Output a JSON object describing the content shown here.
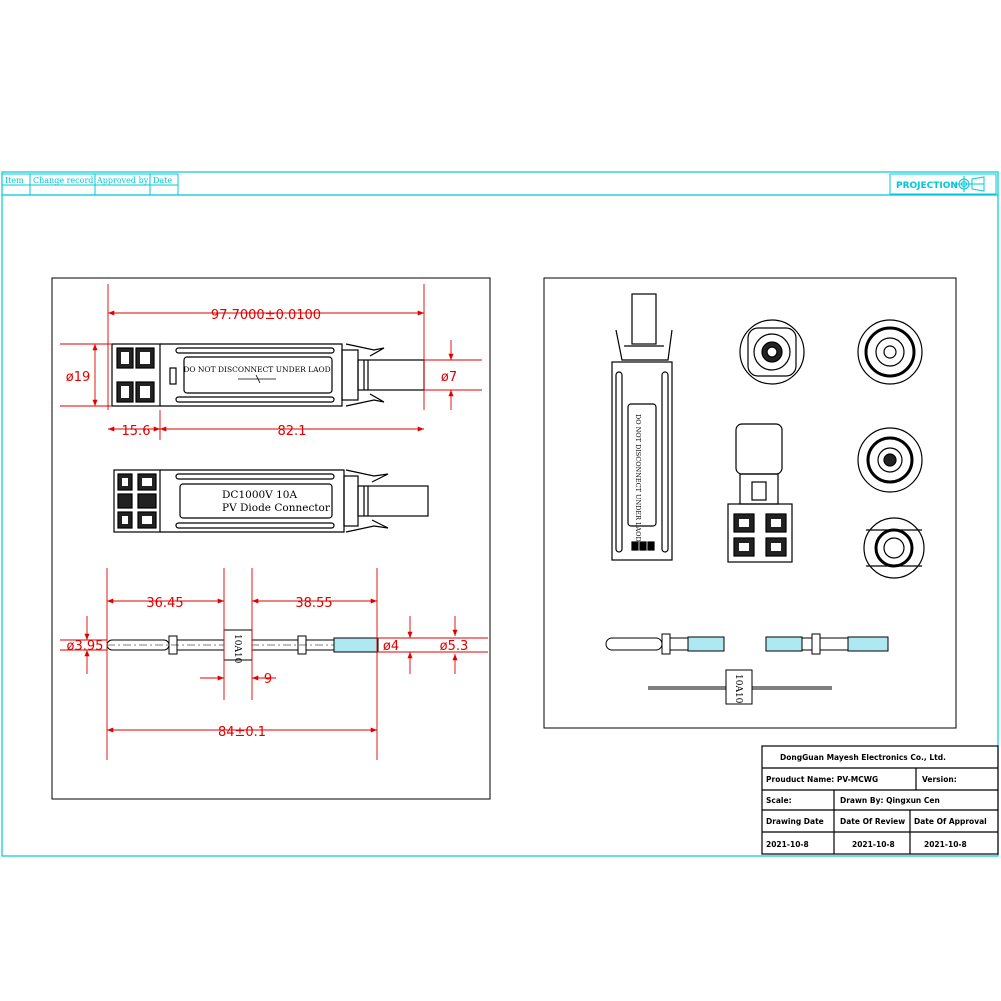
{
  "revision_header": {
    "cells": [
      "Item",
      "Change record",
      "Approved by",
      "Date"
    ]
  },
  "projection": {
    "label": "PROJECTION"
  },
  "front_view": {
    "warning_text": "DO NOT DISCONNECT UNDER LAOD",
    "rating_line1": "DC1000V  10A",
    "rating_line2": "PV Diode Connector",
    "diode_marking": "10A10"
  },
  "dimensions": {
    "overall_length": "97.7000±0.0100",
    "diameter_body": "ø19",
    "diameter_cable": "ø7",
    "latch_length": "15.6",
    "body_length": "82.1",
    "pin_left_length": "36.45",
    "pin_right_length": "38.55",
    "pin_left_diameter": "ø3.95",
    "pin_mid_diameter": "ø4",
    "pin_right_diameter": "ø5.3",
    "diode_width": "9",
    "pin_total_length": "84±0.1"
  },
  "iso_view": {
    "warning_text": "DO NOT DISCONNECT UNDER LAOD",
    "diode_marking": "10A10"
  },
  "title_block": {
    "company": "DongGuan Mayesh Electronics Co., Ltd.",
    "product_name": "Prouduct Name: PV-MCWG",
    "version": "Version:",
    "scale": "Scale:",
    "drawn_by": "Drawn By: Qingxun Cen",
    "drawing_date_label": "Drawing Date",
    "review_date_label": "Date Of Review",
    "approval_date_label": "Date Of Approval",
    "drawing_date": "2021-10-8",
    "review_date": "2021-10-8",
    "approval_date": "2021-10-8"
  },
  "colors": {
    "frame": "#00c8d8",
    "dimension": "#e00000",
    "outline": "#000000",
    "fuse_glass": "#aee8f2"
  }
}
